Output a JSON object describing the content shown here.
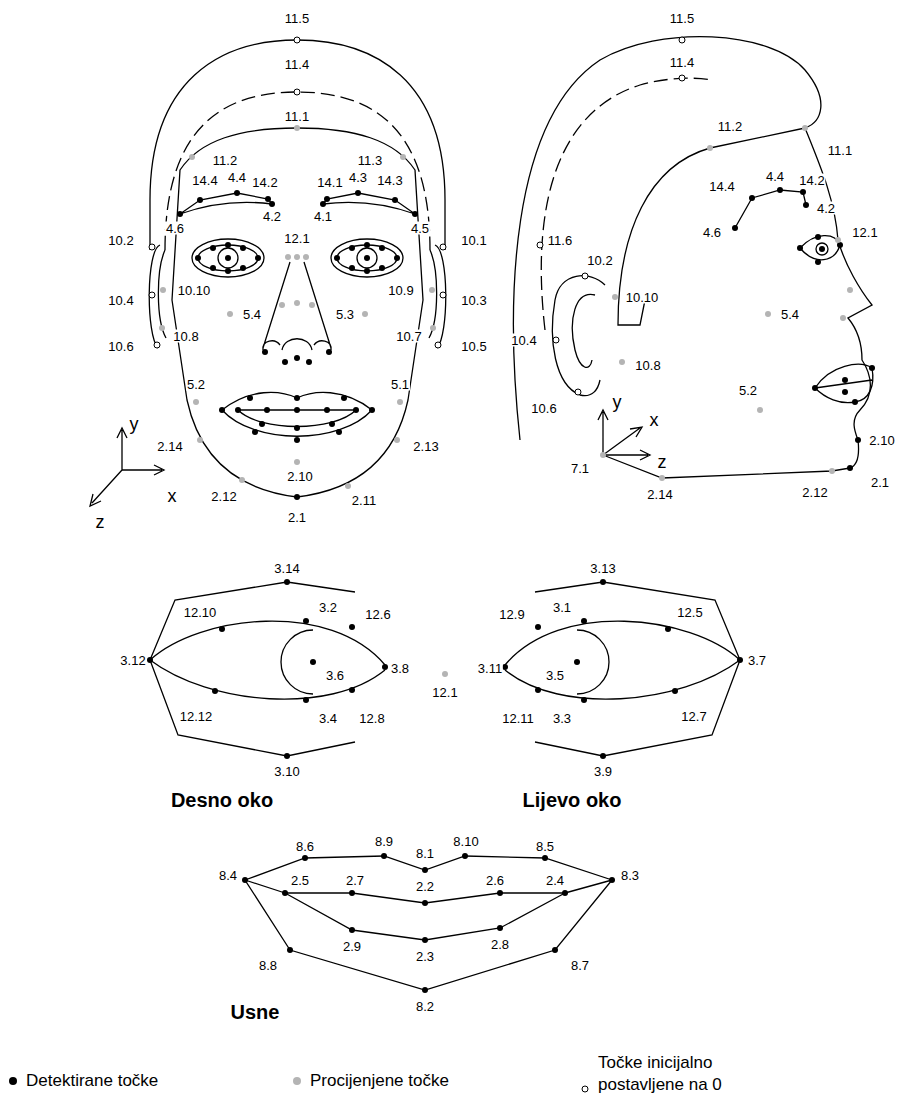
{
  "diagram": {
    "labels": [
      "11.5",
      "11.4",
      "11.1",
      "11.2",
      "11.3",
      "14.4",
      "4.4",
      "14.2",
      "14.1",
      "4.3",
      "14.3",
      "4.6",
      "4.2",
      "4.1",
      "4.5",
      "10.2",
      "12.1",
      "10.1",
      "10.10",
      "10.9",
      "5.4",
      "5.3",
      "10.4",
      "10.3",
      "10.8",
      "10.7",
      "10.6",
      "10.5",
      "5.2",
      "5.1",
      "2.14",
      "2.13",
      "2.10",
      "2.12",
      "2.11",
      "2.1",
      "y",
      "x",
      "z",
      "11.5",
      "11.4",
      "11.2",
      "11.1",
      "14.4",
      "4.4",
      "14.2",
      "4.6",
      "4.2",
      "12.1",
      "11.6",
      "10.2",
      "10.10",
      "5.4",
      "10.4",
      "10.8",
      "5.2",
      "10.6",
      "y",
      "x",
      "7.1",
      "z",
      "2.10",
      "2.1",
      "2.12",
      "2.14",
      "3.14",
      "12.10",
      "3.2",
      "12.6",
      "3.12",
      "3.6",
      "3.8",
      "12.1",
      "3.11",
      "3.4",
      "12.12",
      "12.8",
      "3.10",
      "3.13",
      "12.9",
      "3.1",
      "12.5",
      "3.7",
      "3.5",
      "3.3",
      "12.11",
      "12.7",
      "3.9",
      "Desno oko",
      "Lijevo oko",
      "8.6",
      "8.9",
      "8.1",
      "8.10",
      "8.5",
      "8.4",
      "8.3",
      "2.5",
      "2.7",
      "2.2",
      "2.6",
      "2.4",
      "2.9",
      "2.3",
      "2.8",
      "8.8",
      "8.7",
      "8.2",
      "Usne"
    ],
    "legend": [
      {
        "text": "Detektirane točke",
        "color": "#000000"
      },
      {
        "text": "Procijenjene točke",
        "color": "#b4b4b4"
      },
      {
        "text": "Točke inicijalno postavljene na 0"
      }
    ]
  }
}
